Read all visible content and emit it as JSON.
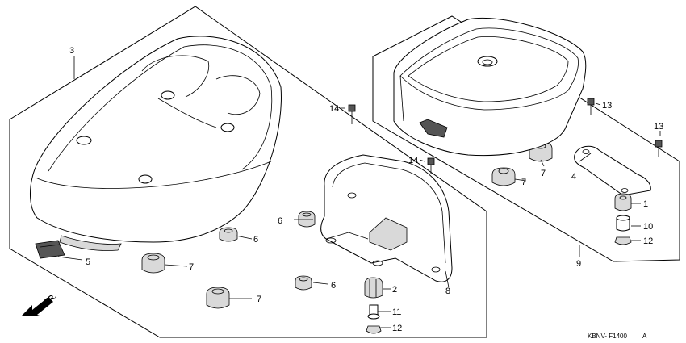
{
  "diagram": {
    "callouts": {
      "c1": "1",
      "c2": "2",
      "c3": "3",
      "c4": "4",
      "c5": "5",
      "c6a": "6",
      "c6b": "6",
      "c6c": "6",
      "c7a": "7",
      "c7b": "7",
      "c7c": "7",
      "c7d": "7",
      "c8": "8",
      "c9": "9",
      "c10": "10",
      "c11": "11",
      "c12a": "12",
      "c12b": "12",
      "c13a": "13",
      "c13b": "13",
      "c14a": "14",
      "c14b": "14"
    },
    "direction_label": "FR.",
    "drawing_code": "KBNV- F1400",
    "revision": "A"
  }
}
